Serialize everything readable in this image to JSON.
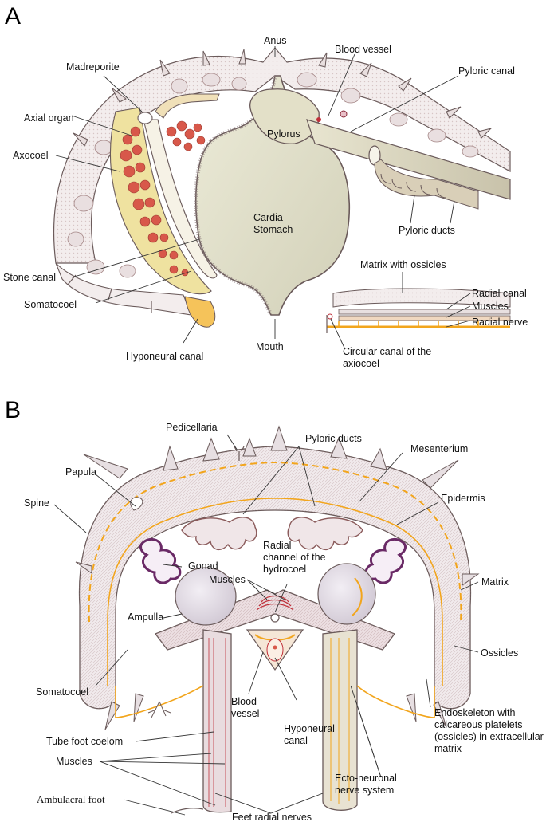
{
  "panels": {
    "a": "A",
    "b": "B"
  },
  "panel_a_labels": {
    "anus": "Anus",
    "blood_vessel": "Blood vessel",
    "madreporite": "Madreporite",
    "pyloric_canal": "Pyloric canal",
    "axial_organ": "Axial organ",
    "pylorus": "Pylorus",
    "axocoel": "Axocoel",
    "cardia_stomach_1": "Cardia -",
    "cardia_stomach_2": "Stomach",
    "pyloric_ducts": "Pyloric ducts",
    "matrix_with_ossicles": "Matrix with ossicles",
    "stone_canal": "Stone canal",
    "radial_canal": "Radial canal",
    "somatocoel": "Somatocoel",
    "muscles": "Muscles",
    "radial_nerve": "Radial nerve",
    "mouth": "Mouth",
    "hyponeural_canal": "Hyponeural canal",
    "circular_canal_1": "Circular canal of the",
    "circular_canal_2": "axiocoel"
  },
  "panel_b_labels": {
    "pedicellaria": "Pedicellaria",
    "pyloric_ducts": "Pyloric ducts",
    "mesenterium": "Mesenterium",
    "papula": "Papula",
    "spine": "Spine",
    "epidermis": "Epidermis",
    "gonad": "Gonad",
    "radial_channel_1": "Radial",
    "radial_channel_2": "channel of the",
    "radial_channel_3": "hydrocoel",
    "muscles_top": "Muscles",
    "matrix": "Matrix",
    "ampulla": "Ampulla",
    "ossicles": "Ossicles",
    "somatocoel": "Somatocoel",
    "blood_vessel_1": "Blood",
    "blood_vessel_2": "vessel",
    "hyponeural_canal_1": "Hyponeural",
    "hyponeural_canal_2": "canal",
    "endoskeleton_1": "Endoskeleton with",
    "endoskeleton_2": "calcareous platelets",
    "endoskeleton_3": "(ossicles) in extracellular",
    "endoskeleton_4": "matrix",
    "tube_foot_coelom": "Tube foot coelom",
    "muscles_bottom": "Muscles",
    "ecto_neuronal_1": "Ecto-neuronal",
    "ecto_neuronal_2": "nerve system",
    "ambulacral_foot": "Ambulacral foot",
    "feet_radial_nerves": "Feet radial nerves"
  },
  "colors": {
    "outline": "#6a5a5a",
    "body_wall": "#f2ecee",
    "stomach": "#e2e0cc",
    "axial_red": "#d8584a",
    "axocoel_yellow": "#efe2a0",
    "nerve_orange": "#f2a51c",
    "gonad_purple": "#6a2a66",
    "muscle_red": "#c0303a",
    "pylorus_canal": "#d9d5c0"
  }
}
